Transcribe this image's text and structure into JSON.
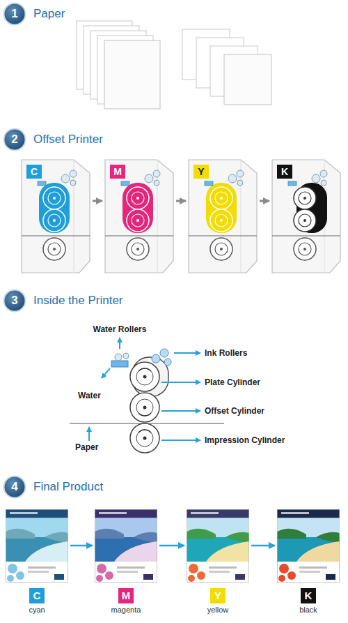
{
  "diagram": {
    "nodes": [
      {
        "text": [
          "1",
          "Paper"
        ]
      },
      {
        "text": [
          "2",
          "Offset Printer"
        ]
      },
      {
        "text": [
          "C"
        ]
      },
      {
        "text": [
          "M"
        ]
      },
      {
        "text": [
          "Y"
        ]
      },
      {
        "text": [
          "K"
        ]
      },
      {
        "text": [
          "3",
          "Inside the Printer"
        ]
      },
      {
        "text": [
          "4",
          "Final Product"
        ]
      },
      {
        "text": [
          "C",
          "cyan"
        ]
      },
      {
        "text": [
          "M",
          "magenta"
        ]
      },
      {
        "text": [
          "Y",
          "yellow"
        ]
      },
      {
        "text": [
          "K",
          "black"
        ]
      }
    ],
    "edges": [
      {
        "from": 2,
        "to": 3,
        "arrow": "to"
      },
      {
        "from": 3,
        "to": 4,
        "arrow": "to"
      },
      {
        "from": 4,
        "to": 5,
        "arrow": "to"
      },
      {
        "from": 8,
        "to": 9,
        "arrow": "to"
      },
      {
        "from": 9,
        "to": 10,
        "arrow": "to"
      },
      {
        "from": 10,
        "to": 11,
        "arrow": "to"
      }
    ],
    "labels": [
      "Water Rollers",
      "Ink Rollers",
      "Plate Cylinder",
      "Water",
      "Offset Cylinder",
      "Impression Cylinder",
      "Paper"
    ]
  }
}
